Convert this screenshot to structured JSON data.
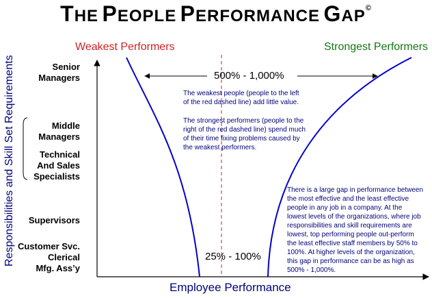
{
  "title": {
    "parts": [
      {
        "cap": "T",
        "rest": "HE"
      },
      {
        "cap": "P",
        "rest": "EOPLE"
      },
      {
        "cap": "P",
        "rest": "ERFORMANCE"
      },
      {
        "cap": "G",
        "rest": "AP"
      }
    ],
    "copyright": "©"
  },
  "headers": {
    "weakest": "Weakest Performers",
    "strongest": "Strongest Performers"
  },
  "axes": {
    "y_label": "Responsibilities and Skill Set Requirements",
    "x_label": "Employee Performance"
  },
  "levels": {
    "senior": [
      "Senior",
      "Managers"
    ],
    "middle": [
      "Middle",
      "Managers"
    ],
    "technical": [
      "Technical",
      "And Sales",
      "Specialists"
    ],
    "supervisors": [
      "Supervisors"
    ],
    "bottom": [
      "Customer Svc.",
      "Clerical",
      "Mfg. Ass’y"
    ]
  },
  "ranges": {
    "top": "500% - 1,000%",
    "bottom": "25% - 100%"
  },
  "notes": {
    "weak": [
      "The weakest people (people to the left",
      "of the red dashed line) add little value."
    ],
    "strong": [
      "The strongest performers (people to the",
      "right of the red dashed line) spend much",
      "of their time fixing problems caused by",
      "the weakest performers."
    ],
    "gap": [
      "There is a large gap in performance between",
      "the most effective and the least effective",
      "people in any job in a company. At the",
      "lowest levels of the organizations, where job",
      "responsibilities and skill requirements are",
      "lowest, top performing people out-perform",
      "the least effective staff members by 50% to",
      "100%. At higher levels of the organization,",
      "this gap in performance can be as high as",
      "500% - 1,000%."
    ]
  },
  "colors": {
    "curve": "#0000cc",
    "dashed_line": "#cc2222",
    "weak_header": "#cc2222",
    "strong_header": "#117711",
    "note_text": "#00007a"
  }
}
